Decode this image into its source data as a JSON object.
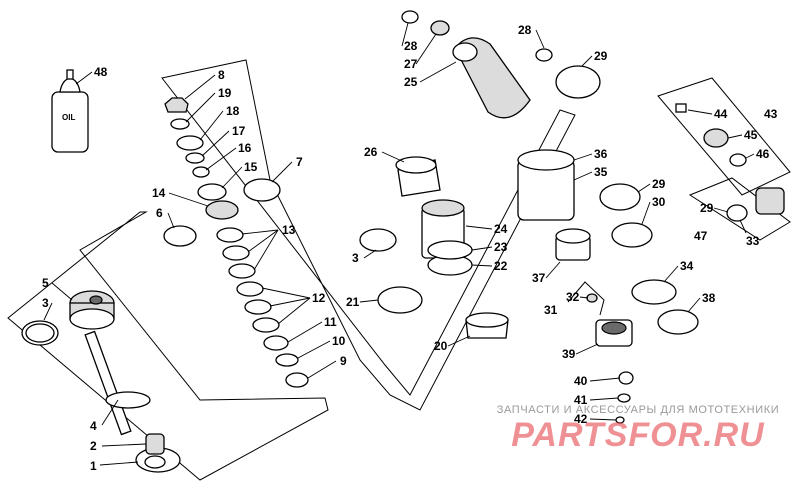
{
  "oil_bottle_label": "OIL",
  "callouts": [
    {
      "id": "c1",
      "text": "1"
    },
    {
      "id": "c2",
      "text": "2"
    },
    {
      "id": "c3a",
      "text": "3"
    },
    {
      "id": "c4",
      "text": "4"
    },
    {
      "id": "c5",
      "text": "5"
    },
    {
      "id": "c6",
      "text": "6"
    },
    {
      "id": "c7",
      "text": "7"
    },
    {
      "id": "c8",
      "text": "8"
    },
    {
      "id": "c9",
      "text": "9"
    },
    {
      "id": "c10",
      "text": "10"
    },
    {
      "id": "c11",
      "text": "11"
    },
    {
      "id": "c12",
      "text": "12"
    },
    {
      "id": "c13",
      "text": "13"
    },
    {
      "id": "c14",
      "text": "14"
    },
    {
      "id": "c15",
      "text": "15"
    },
    {
      "id": "c16",
      "text": "16"
    },
    {
      "id": "c17",
      "text": "17"
    },
    {
      "id": "c18",
      "text": "18"
    },
    {
      "id": "c19",
      "text": "19"
    },
    {
      "id": "c20",
      "text": "20"
    },
    {
      "id": "c21",
      "text": "21"
    },
    {
      "id": "c22",
      "text": "22"
    },
    {
      "id": "c23",
      "text": "23"
    },
    {
      "id": "c24",
      "text": "24"
    },
    {
      "id": "c25",
      "text": "25"
    },
    {
      "id": "c26",
      "text": "26"
    },
    {
      "id": "c27",
      "text": "27"
    },
    {
      "id": "c28a",
      "text": "28"
    },
    {
      "id": "c28b",
      "text": "28"
    },
    {
      "id": "c29a",
      "text": "29"
    },
    {
      "id": "c29b",
      "text": "29"
    },
    {
      "id": "c29c",
      "text": "29"
    },
    {
      "id": "c30",
      "text": "30"
    },
    {
      "id": "c31",
      "text": "31"
    },
    {
      "id": "c32",
      "text": "32"
    },
    {
      "id": "c33",
      "text": "33"
    },
    {
      "id": "c34",
      "text": "34"
    },
    {
      "id": "c35",
      "text": "35"
    },
    {
      "id": "c36",
      "text": "36"
    },
    {
      "id": "c37",
      "text": "37"
    },
    {
      "id": "c38",
      "text": "38"
    },
    {
      "id": "c39",
      "text": "39"
    },
    {
      "id": "c40",
      "text": "40"
    },
    {
      "id": "c41",
      "text": "41"
    },
    {
      "id": "c42",
      "text": "42"
    },
    {
      "id": "c43",
      "text": "43"
    },
    {
      "id": "c44",
      "text": "44"
    },
    {
      "id": "c45",
      "text": "45"
    },
    {
      "id": "c46",
      "text": "46"
    },
    {
      "id": "c47",
      "text": "47"
    },
    {
      "id": "c48",
      "text": "48"
    },
    {
      "id": "c3b",
      "text": "3"
    }
  ],
  "watermark": {
    "subtitle": "ЗАПЧАСТИ И АКСЕССУАРЫ ДЛЯ МОТОТЕХНИКИ",
    "brand": "PARTSFOR.RU",
    "brand_color": "#e2393d",
    "subtitle_color": "#9a9a9a"
  }
}
